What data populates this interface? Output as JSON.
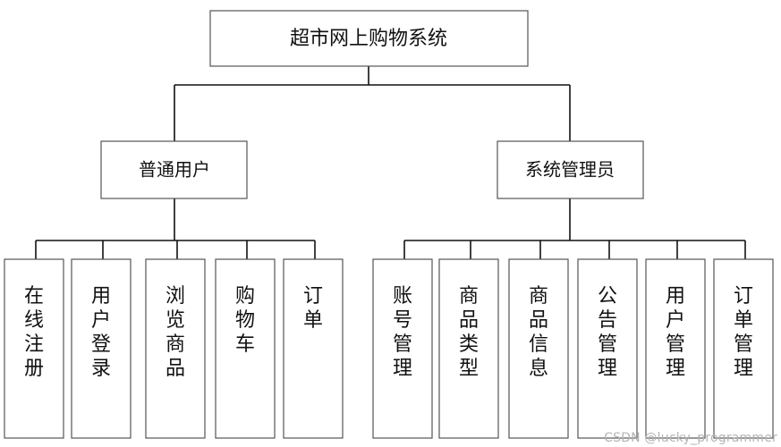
{
  "root": {
    "label": "超市网上购物系统"
  },
  "groups": [
    {
      "label": "普通用户",
      "items": [
        "在线注册",
        "用户登录",
        "浏览商品",
        "购物车",
        "订单"
      ]
    },
    {
      "label": "系统管理员",
      "items": [
        "账号管理",
        "商品类型",
        "商品信息",
        "公告管理",
        "用户管理",
        "订单管理"
      ]
    }
  ],
  "watermark": "CSDN @lucky_programmer"
}
